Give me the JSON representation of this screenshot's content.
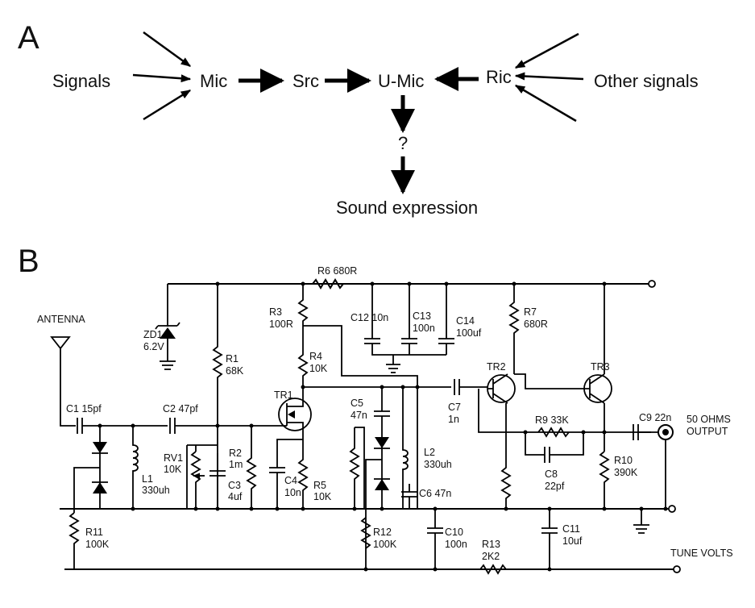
{
  "panel_a": {
    "label": "A",
    "nodes": {
      "signals": "Signals",
      "mic": "Mic",
      "src": "Src",
      "umic": "U-Mic",
      "ric": "Ric",
      "other_signals": "Other signals",
      "question": "?",
      "sound_expression": "Sound expression"
    }
  },
  "panel_b": {
    "label": "B",
    "labels": {
      "antenna": "ANTENNA",
      "r6": "R6 680R",
      "zd1": "ZD1",
      "zd1_val": "6.2V",
      "r3": "R3",
      "r3_val": "100R",
      "c12": "C12 10n",
      "c13": "C13",
      "c13_val": "100n",
      "c14": "C14",
      "c14_val": "100uf",
      "r7": "R7",
      "r7_val": "680R",
      "r1": "R1",
      "r1_val": "68K",
      "r4": "R4",
      "r4_val": "10K",
      "tr1": "TR1",
      "tr2": "TR2",
      "tr3": "TR3",
      "c1": "C1 15pf",
      "c2": "C2 47pf",
      "c5": "C5",
      "c5_val": "47n",
      "c7": "C7",
      "c7_val": "1n",
      "r9": "R9 33K",
      "c9": "C9 22n",
      "output": "50 OHMS",
      "output2": "OUTPUT",
      "rv1": "RV1",
      "rv1_val": "10K",
      "r2": "R2",
      "r2_val": "1m",
      "l1": "L1",
      "l1_val": "330uh",
      "c3": "C3",
      "c3_val": "4uf",
      "c4": "C4",
      "c4_val": "10n",
      "r5": "R5",
      "r5_val": "10K",
      "l2": "L2",
      "l2_val": "330uh",
      "c6": "C6 47n",
      "c8": "C8",
      "c8_val": "22pf",
      "r10": "R10",
      "r10_val": "390K",
      "r11": "R11",
      "r11_val": "100K",
      "r12": "R12",
      "r12_val": "100K",
      "c10": "C10",
      "c10_val": "100n",
      "r13": "R13",
      "r13_val": "2K2",
      "c11": "C11",
      "c11_val": "10uf",
      "tune": "TUNE VOLTS"
    }
  }
}
